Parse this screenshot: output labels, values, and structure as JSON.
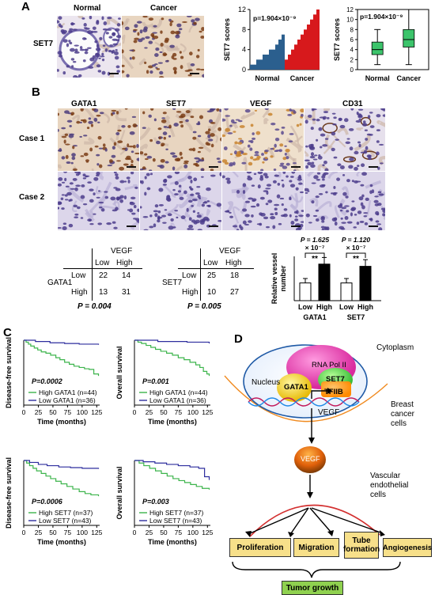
{
  "panels": {
    "A": "A",
    "B": "B",
    "C": "C",
    "D": "D"
  },
  "panelA": {
    "img_left_title": "Normal",
    "img_right_title": "Cancer",
    "row_label": "SET7"
  },
  "panelB": {
    "col_titles": [
      "GATA1",
      "SET7",
      "VEGF",
      "CD31"
    ],
    "row_labels": [
      "Case 1",
      "Case 2"
    ],
    "table1": {
      "header": "VEGF",
      "col_low": "Low",
      "col_high": "High",
      "row_group": "GATA1",
      "row_low": "Low",
      "row_high": "High",
      "cells": [
        "22",
        "14",
        "13",
        "31"
      ],
      "p": "P = 0.004"
    },
    "table2": {
      "header": "VEGF",
      "col_low": "Low",
      "col_high": "High",
      "row_group": "SET7",
      "row_low": "Low",
      "row_high": "High",
      "cells": [
        "25",
        "18",
        "10",
        "27"
      ],
      "p": "P = 0.005"
    }
  },
  "panelD": {
    "rna_pol": "RNA Pol II",
    "cytoplasm": "Cytoplasm",
    "nucleus": "Nucleus",
    "gata1": "GATA1",
    "set7": "SET7",
    "tfiib": "TFIIB",
    "vegf_gene": "VEGF",
    "breast_cancer": [
      "Breast",
      "cancer",
      "cells"
    ],
    "vegf_protein": "VEGF",
    "endothelial": [
      "Vascular",
      "endothelial",
      "cells"
    ],
    "outcomes": [
      "Proliferation",
      "Migration",
      "Tube formation",
      "Angiogenesis"
    ],
    "tumor": "Tumor growth"
  },
  "chart_data": [
    {
      "type": "bar",
      "panel": "A-bars",
      "annotation": "p=1.904×10⁻⁹",
      "ylabel": "SET7 scores",
      "ylim": [
        0,
        12
      ],
      "yticks": [
        0,
        4,
        8,
        12
      ],
      "categories": [
        "Normal",
        "Cancer"
      ],
      "series": [
        {
          "values": [
            1,
            1,
            2,
            2,
            3,
            3,
            4,
            4,
            5,
            6,
            7
          ],
          "color": "#2b5f8e"
        },
        {
          "values": [
            2,
            3,
            4,
            5,
            6,
            7,
            8,
            9,
            10,
            11,
            12
          ],
          "color": "#d7191c"
        }
      ]
    },
    {
      "type": "box",
      "panel": "A-box",
      "annotation": "p=1.904×10⁻⁹",
      "ylabel": "SET7 scores",
      "ylim": [
        0,
        12
      ],
      "yticks": [
        0,
        2,
        4,
        6,
        8,
        10,
        12
      ],
      "categories": [
        "Normal",
        "Cancer"
      ],
      "boxes": [
        {
          "min": 1,
          "q1": 3,
          "median": 4,
          "q3": 5.5,
          "max": 8
        },
        {
          "min": 1,
          "q1": 4.5,
          "median": 6,
          "q3": 8,
          "max": 12
        }
      ],
      "color": "#3cc46b"
    },
    {
      "type": "bar",
      "panel": "B-vessel",
      "ylabel": "Relative vessel number",
      "ylim": [
        0,
        40
      ],
      "groups": [
        "GATA1",
        "SET7"
      ],
      "categories": [
        "Low",
        "High",
        "Low",
        "High"
      ],
      "values": [
        16,
        33,
        16,
        31
      ],
      "errors": [
        4,
        6,
        4,
        6
      ],
      "annotations": [
        {
          "text": [
            "P = 1.625",
            "× 10⁻⁷"
          ],
          "stars": "**"
        },
        {
          "text": [
            "P = 1.120",
            "× 10⁻⁷"
          ],
          "stars": "**"
        }
      ]
    },
    {
      "type": "line",
      "panel": "C-1",
      "ylabel": "Disease-free survival",
      "xlabel": "Time (months)",
      "xticks": [
        0,
        25,
        50,
        75,
        100,
        125
      ],
      "p": "P=0.0002",
      "series": [
        {
          "name": "High GATA1 (n=44)",
          "color": "#3cb44b",
          "x": [
            0,
            4,
            8,
            12,
            18,
            24,
            30,
            38,
            46,
            55,
            62,
            70,
            78,
            86,
            95,
            104,
            112,
            120,
            128
          ],
          "y": [
            1.0,
            0.97,
            0.94,
            0.91,
            0.88,
            0.85,
            0.82,
            0.8,
            0.77,
            0.73,
            0.7,
            0.66,
            0.63,
            0.6,
            0.58,
            0.56,
            0.55,
            0.48,
            0.45
          ]
        },
        {
          "name": "Low GATA1 (n=36)",
          "color": "#2d2d9e",
          "x": [
            0,
            20,
            45,
            70,
            95,
            128
          ],
          "y": [
            1.0,
            0.98,
            0.96,
            0.95,
            0.94,
            0.93
          ]
        }
      ]
    },
    {
      "type": "line",
      "panel": "C-2",
      "ylabel": "Overall survival",
      "xlabel": "Time (months)",
      "xticks": [
        0,
        25,
        50,
        75,
        100,
        125
      ],
      "p": "P=0.001",
      "series": [
        {
          "name": "High GATA1 (n=44)",
          "color": "#3cb44b",
          "x": [
            0,
            6,
            12,
            20,
            28,
            36,
            45,
            55,
            65,
            75,
            85,
            95,
            105,
            112,
            118,
            124,
            128
          ],
          "y": [
            1.0,
            0.97,
            0.95,
            0.92,
            0.89,
            0.86,
            0.83,
            0.8,
            0.77,
            0.73,
            0.7,
            0.66,
            0.62,
            0.58,
            0.52,
            0.48,
            0.45
          ]
        },
        {
          "name": "Low GATA1 (n=36)",
          "color": "#2d2d9e",
          "x": [
            0,
            40,
            90,
            128
          ],
          "y": [
            1.0,
            0.98,
            0.97,
            0.95
          ]
        }
      ]
    },
    {
      "type": "line",
      "panel": "C-3",
      "ylabel": "Disease-free survival",
      "xlabel": "Time (months)",
      "xticks": [
        0,
        25,
        50,
        75,
        100,
        125
      ],
      "p": "P=0.0006",
      "series": [
        {
          "name": "High SET7 (n=37)",
          "color": "#3cb44b",
          "x": [
            0,
            5,
            10,
            16,
            22,
            30,
            38,
            46,
            55,
            64,
            74,
            84,
            95,
            105,
            115,
            128
          ],
          "y": [
            1.0,
            0.96,
            0.92,
            0.88,
            0.84,
            0.8,
            0.76,
            0.72,
            0.68,
            0.64,
            0.6,
            0.56,
            0.52,
            0.49,
            0.47,
            0.45
          ]
        },
        {
          "name": "Low SET7 (n=43)",
          "color": "#2d2d9e",
          "x": [
            0,
            10,
            25,
            40,
            60,
            80,
            100,
            128
          ],
          "y": [
            1.0,
            0.97,
            0.94,
            0.92,
            0.9,
            0.89,
            0.88,
            0.87
          ]
        }
      ]
    },
    {
      "type": "line",
      "panel": "C-4",
      "ylabel": "Overall survival",
      "xlabel": "Time (months)",
      "xticks": [
        0,
        25,
        50,
        75,
        100,
        125
      ],
      "p": "P=0.003",
      "series": [
        {
          "name": "High SET7 (n=37)",
          "color": "#3cb44b",
          "x": [
            0,
            8,
            16,
            26,
            36,
            46,
            56,
            66,
            76,
            86,
            96,
            106,
            116,
            128
          ],
          "y": [
            1.0,
            0.96,
            0.92,
            0.88,
            0.84,
            0.8,
            0.76,
            0.72,
            0.69,
            0.66,
            0.63,
            0.6,
            0.57,
            0.55
          ]
        },
        {
          "name": "Low SET7 (n=43)",
          "color": "#2d2d9e",
          "x": [
            0,
            15,
            35,
            55,
            75,
            95,
            110,
            120,
            128
          ],
          "y": [
            1.0,
            0.98,
            0.96,
            0.94,
            0.92,
            0.9,
            0.88,
            0.75,
            0.7
          ]
        }
      ]
    }
  ]
}
